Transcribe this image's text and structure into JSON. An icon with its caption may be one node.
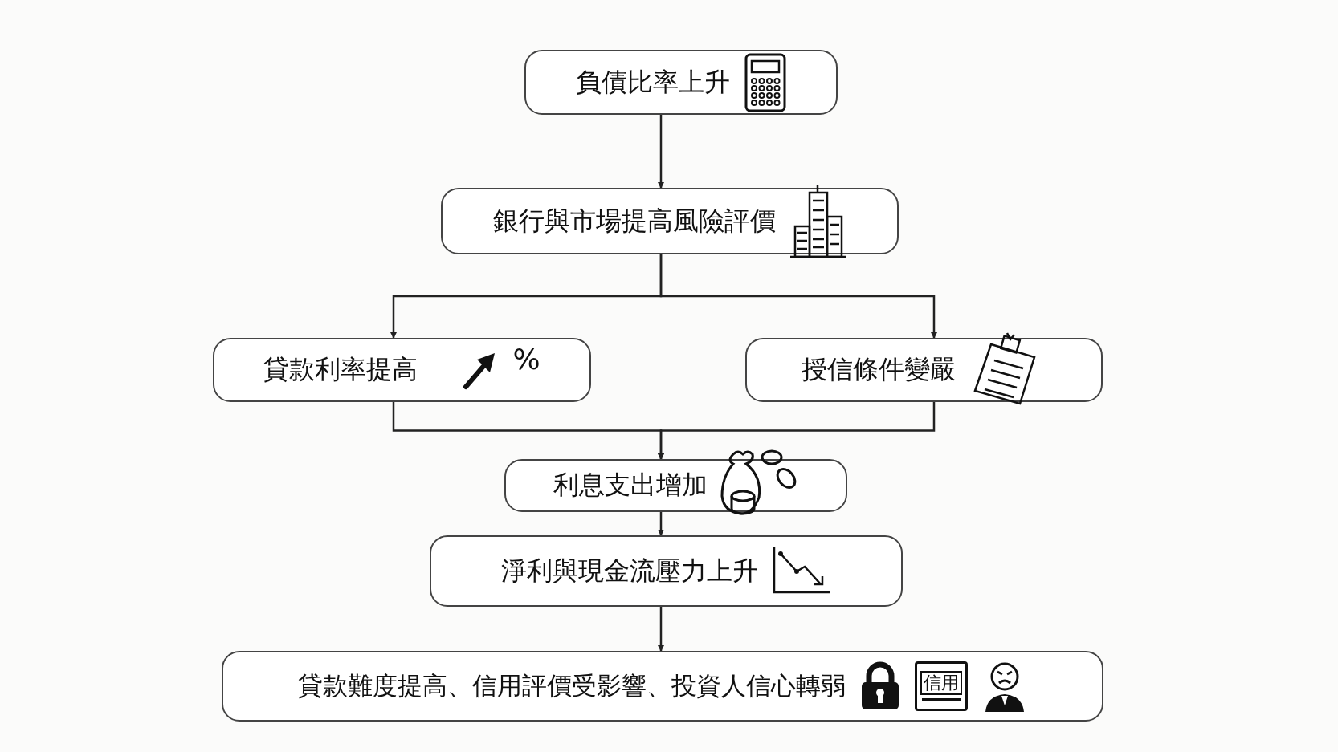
{
  "diagram": {
    "nodes": [
      {
        "text": [
          "負債比率上升"
        ]
      },
      {
        "text": [
          "銀行與市場提高風險評價"
        ]
      },
      {
        "text": [
          "貸款利率提高"
        ]
      },
      {
        "text": [
          "授信條件變嚴"
        ]
      },
      {
        "text": [
          "利息支出增加"
        ]
      },
      {
        "text": [
          "淨利與現金流壓力上升"
        ]
      },
      {
        "text": [
          "貸款難度提高、信用評價受影響、投資人信心轉弱"
        ]
      }
    ],
    "edges": [
      {
        "from": 0,
        "to": 1,
        "arrow": "to"
      },
      {
        "from": 1,
        "to": 2,
        "arrow": "to"
      },
      {
        "from": 1,
        "to": 3,
        "arrow": "to"
      },
      {
        "from": 2,
        "to": 4,
        "arrow": "to"
      },
      {
        "from": 3,
        "to": 4,
        "arrow": "to"
      },
      {
        "from": 4,
        "to": 5,
        "arrow": "to"
      },
      {
        "from": 5,
        "to": 6,
        "arrow": "to"
      }
    ],
    "labels": [
      "%",
      "信用"
    ]
  }
}
